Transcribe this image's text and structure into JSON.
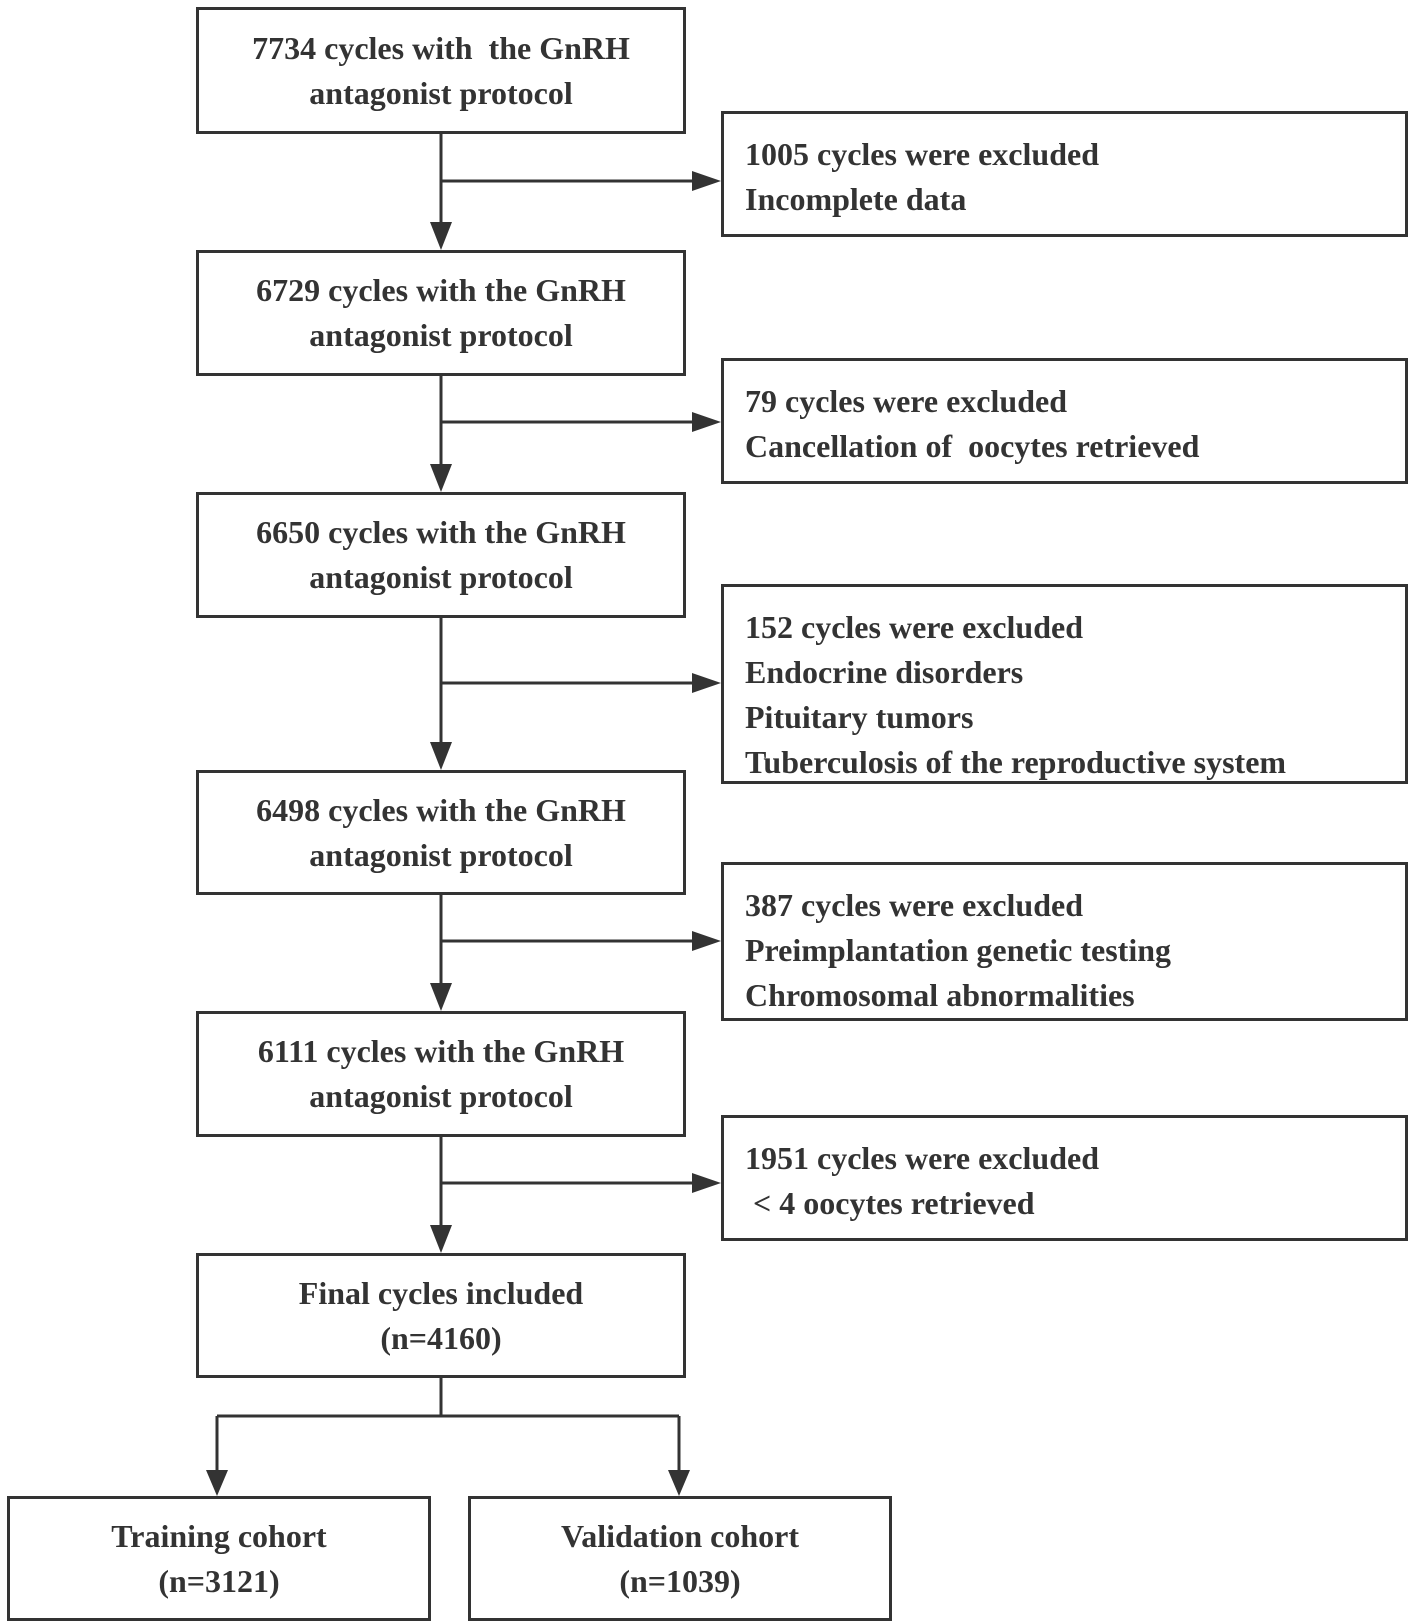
{
  "main_boxes": [
    {
      "lines": [
        "7734 cycles with  the GnRH",
        "antagonist protocol"
      ]
    },
    {
      "lines": [
        "6729 cycles with the GnRH",
        "antagonist protocol"
      ]
    },
    {
      "lines": [
        "6650 cycles with the GnRH",
        "antagonist protocol"
      ]
    },
    {
      "lines": [
        "6498 cycles with the GnRH",
        "antagonist protocol"
      ]
    },
    {
      "lines": [
        "6111 cycles with the GnRH",
        "antagonist protocol"
      ]
    },
    {
      "lines": [
        "Final cycles included",
        "(n=4160)"
      ]
    }
  ],
  "exclusion_boxes": [
    {
      "lines": [
        "1005 cycles were excluded",
        "Incomplete data"
      ]
    },
    {
      "lines": [
        "79 cycles were excluded",
        "Cancellation of  oocytes retrieved"
      ]
    },
    {
      "lines": [
        "152 cycles were excluded",
        "Endocrine disorders",
        "Pituitary tumors",
        "Tuberculosis of the reproductive system"
      ]
    },
    {
      "lines": [
        "387 cycles were excluded",
        "Preimplantation genetic testing",
        "Chromosomal abnormalities"
      ]
    },
    {
      "lines": [
        "1951 cycles were excluded",
        " < 4 oocytes retrieved"
      ]
    }
  ],
  "cohorts": [
    {
      "lines": [
        "Training cohort",
        "(n=3121)"
      ]
    },
    {
      "lines": [
        "Validation cohort",
        "(n=1039)"
      ]
    }
  ],
  "colors": {
    "line": "#333333",
    "text": "#333333",
    "background": "#ffffff"
  }
}
